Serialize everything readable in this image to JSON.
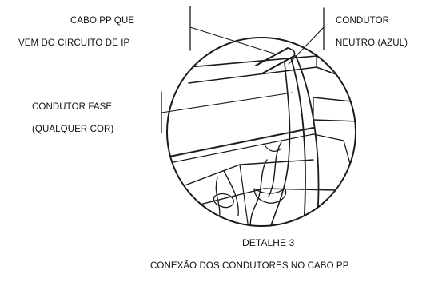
{
  "labels": {
    "cable_line1": "CABO PP QUE",
    "cable_line2": "VEM DO CIRCUITO DE IP",
    "neutral_line1": "CONDUTOR",
    "neutral_line2": "NEUTRO (AZUL)",
    "phase_line1": "CONDUTOR FASE",
    "phase_line2": "(QUALQUER COR)"
  },
  "caption": {
    "title": "DETALHE 3",
    "subtitle": "CONEXÃO DOS CONDUTORES NO CABO PP"
  }
}
